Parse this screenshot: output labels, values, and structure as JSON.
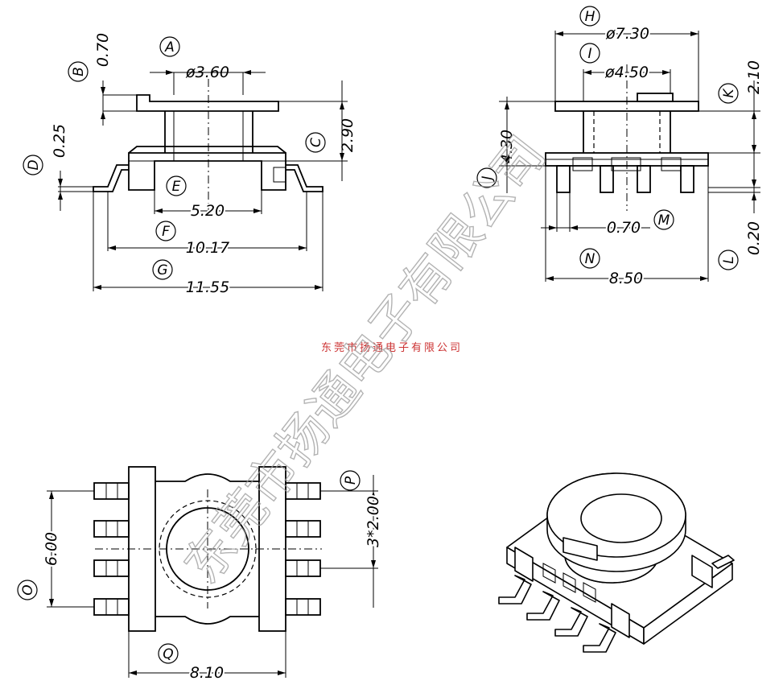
{
  "side_view": {
    "dims": [
      {
        "label": "A",
        "value": "ø3.60"
      },
      {
        "label": "B",
        "value": "0.70"
      },
      {
        "label": "C",
        "value": "2.90"
      },
      {
        "label": "D",
        "value": "0.25"
      },
      {
        "label": "E",
        "value": "5.20"
      },
      {
        "label": "F",
        "value": "10.17"
      },
      {
        "label": "G",
        "value": "11.55"
      }
    ]
  },
  "front_view": {
    "dims": [
      {
        "label": "H",
        "value": "ø7.30"
      },
      {
        "label": "I",
        "value": "ø4.50"
      },
      {
        "label": "J",
        "value": "4.30"
      },
      {
        "label": "K",
        "value": "2.10"
      },
      {
        "label": "L",
        "value": "0.20"
      },
      {
        "label": "M",
        "value": "0.70"
      },
      {
        "label": "N",
        "value": "8.50"
      }
    ]
  },
  "top_view": {
    "dims": [
      {
        "label": "O",
        "value": "6.00"
      },
      {
        "label": "P",
        "value": "3*2.00"
      },
      {
        "label": "Q",
        "value": "8.10"
      }
    ]
  },
  "company_name_small": "东莞市扬通电子有限公司",
  "watermark": "东莞市扬通电子有限公司"
}
